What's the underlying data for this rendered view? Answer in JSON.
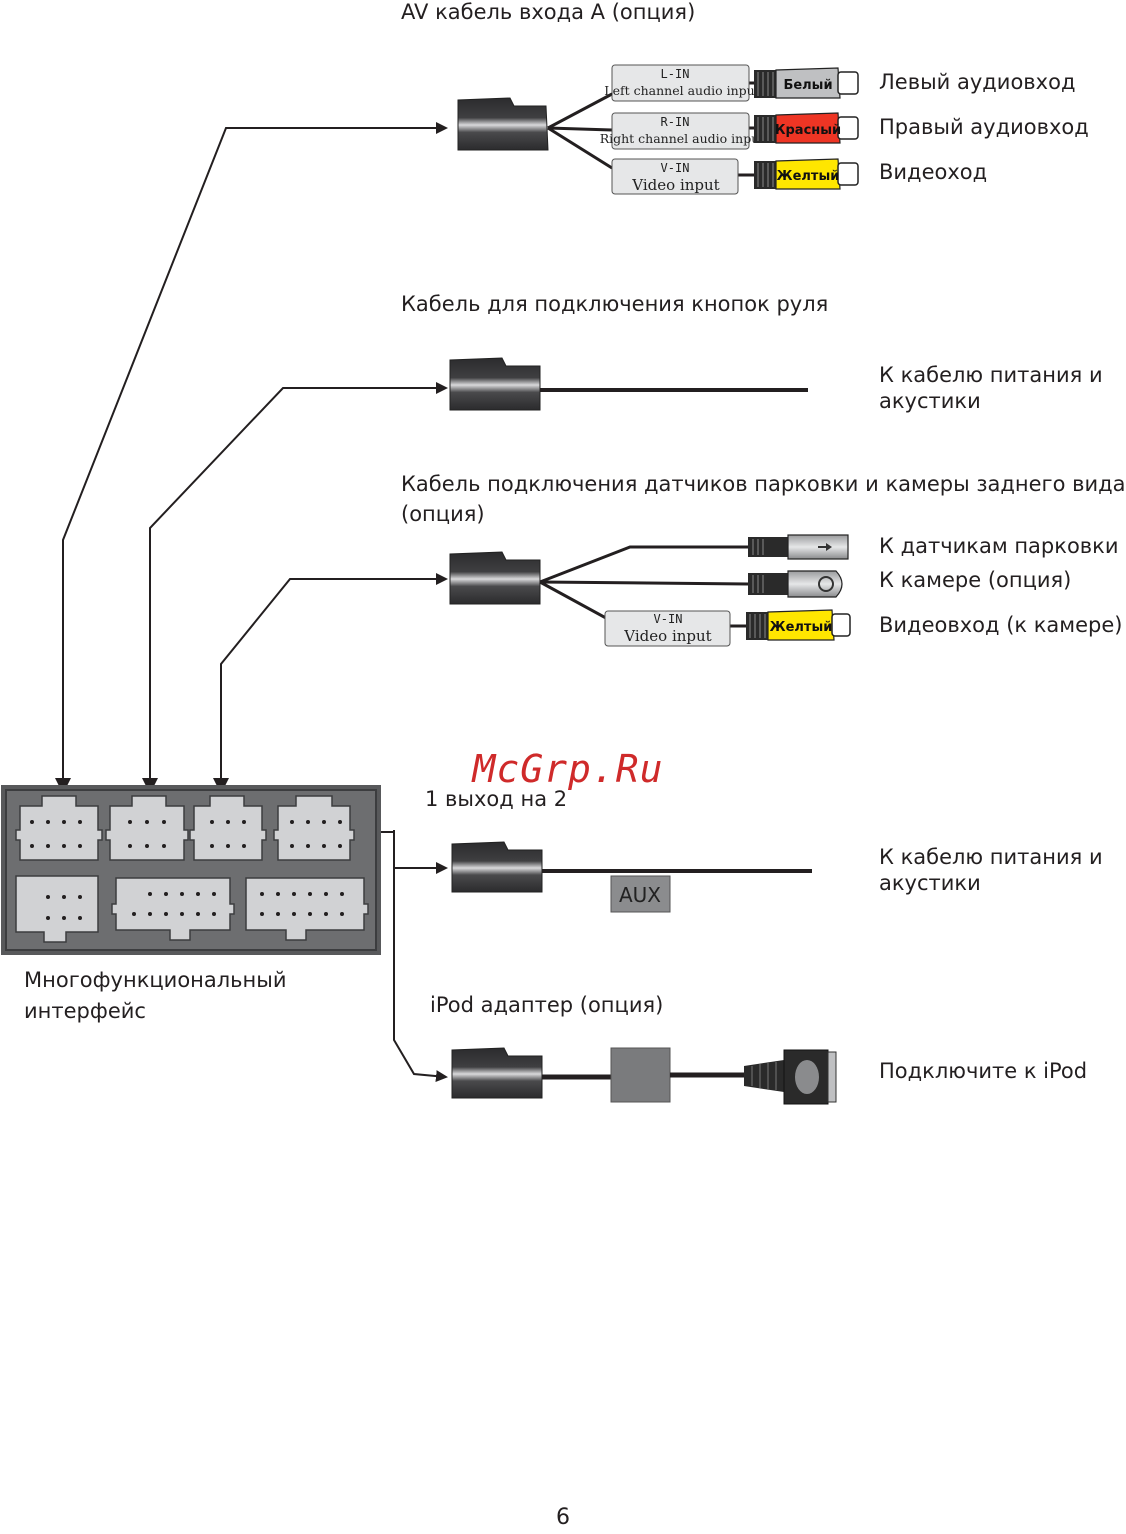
{
  "sections": {
    "av_cable": {
      "title": "AV кабель входа A (опция)",
      "tags": [
        {
          "top": "L-IN",
          "bottom": "Left channel audio input",
          "plug": "Белый",
          "plug_color": "#bfc0c2",
          "label": "Левый аудиовход"
        },
        {
          "top": "R-IN",
          "bottom": "Right channel audio input",
          "plug": "Красный",
          "plug_color": "#ee3524",
          "label": "Правый аудиовход"
        },
        {
          "top": "V-IN",
          "bottom": "Video input",
          "plug": "Желтый",
          "plug_color": "#ffe600",
          "label": "Видеоход"
        }
      ]
    },
    "steering_cable": {
      "title": "Кабель для подключения кнопок руля",
      "label_line1": "К кабелю питания и",
      "label_line2": "акустики"
    },
    "parking_cable": {
      "title_line1": "Кабель подключения датчиков парковки и камеры заднего вида",
      "title_line2": "(опция)",
      "outputs": [
        {
          "label": "К датчикам парковки"
        },
        {
          "label": "К камере (опция)"
        },
        {
          "label": "Видеовход (к камере)",
          "tag_top": "V-IN",
          "tag_bottom": "Video input",
          "plug": "Желтый",
          "plug_color": "#ffe600"
        }
      ]
    },
    "splitter": {
      "title": "1 выход на 2",
      "aux": "AUX",
      "label_line1": "К кабелю питания и",
      "label_line2": "акустики"
    },
    "interface": {
      "label_line1": "Многофункциональный",
      "label_line2": "интерфейс"
    },
    "ipod": {
      "title": "iPod адаптер (опция)",
      "label": "Подключите к iPod"
    }
  },
  "watermark": "McGrp.Ru",
  "page_number": "6",
  "colors": {
    "line": "#231f20",
    "connector_dark": "#3a3a3c",
    "interface_body": "#6d6e70",
    "socket": "#d1d2d4"
  }
}
